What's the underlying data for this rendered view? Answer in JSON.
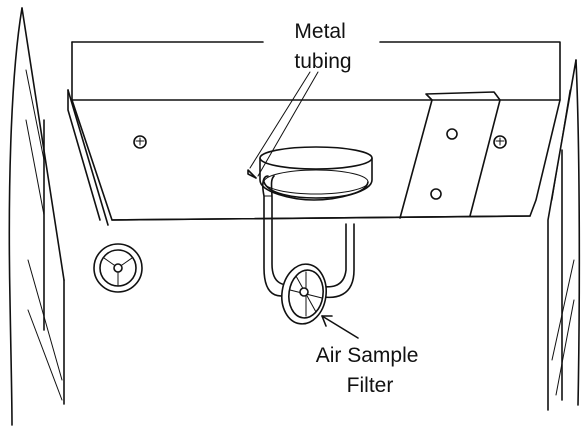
{
  "labels": {
    "metal_tubing": [
      "Metal",
      "tubing"
    ],
    "air_sample_filter": [
      "Air Sample",
      "Filter"
    ]
  }
}
